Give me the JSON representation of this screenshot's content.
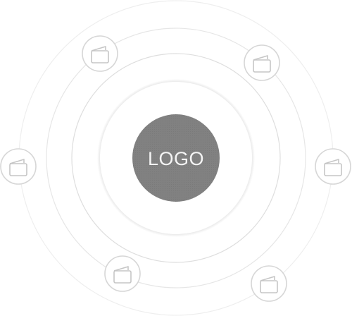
{
  "logo": {
    "text": "LOGO"
  },
  "icons": [
    {
      "name": "wallet-icon",
      "position": "upper-left"
    },
    {
      "name": "wallet-icon",
      "position": "upper-right"
    },
    {
      "name": "wallet-icon",
      "position": "left"
    },
    {
      "name": "wallet-icon",
      "position": "right"
    },
    {
      "name": "wallet-icon",
      "position": "lower-left"
    },
    {
      "name": "wallet-icon",
      "position": "lower-right"
    }
  ],
  "colors": {
    "logo_fill": "#808080",
    "logo_text": "#f4f4f4",
    "ring_stroke": "#e6e6e6",
    "icon_stroke": "#c9c9c9",
    "background": "#ffffff"
  }
}
